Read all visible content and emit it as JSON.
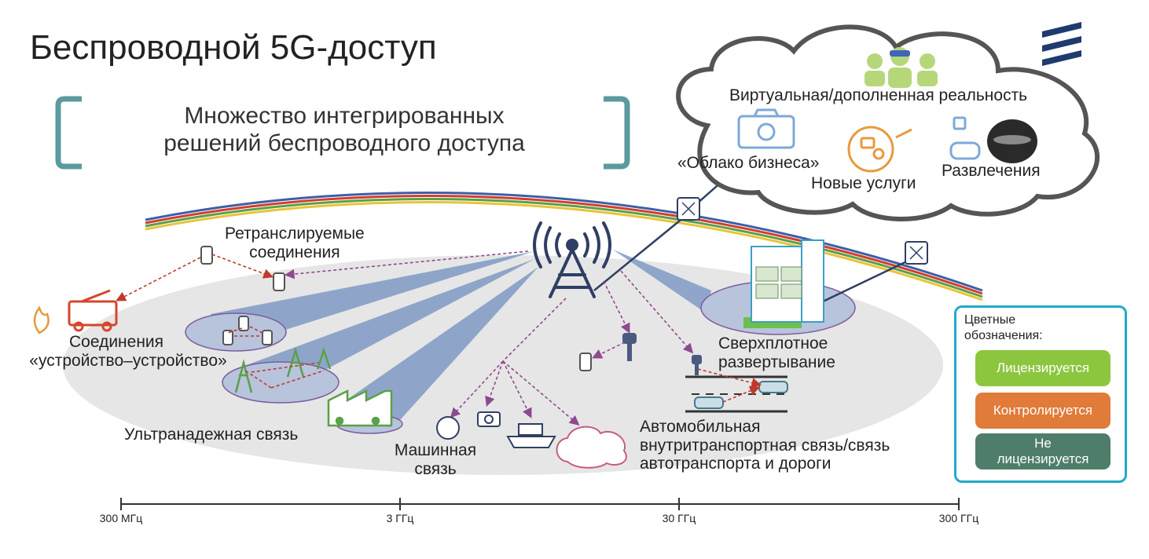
{
  "title": "Беспроводной 5G-доступ",
  "subtitle_line1": "Множество интегрированных",
  "subtitle_line2": "решений беспроводного доступа",
  "cloud": {
    "vr_label": "Виртуальная/дополненная реальность",
    "business_cloud": "«Облако бизнеса»",
    "new_services": "Новые услуги",
    "entertainment": "Развлечения"
  },
  "labels": {
    "relay_line1": "Ретранслируемые",
    "relay_line2": "соединения",
    "d2d_line1": "Соединения",
    "d2d_line2": "«устройство–устройство»",
    "ultra_reliable": "Ультранадежная связь",
    "machine_line1": "Машинная",
    "machine_line2": "связь",
    "dense_line1": "Сверхплотное",
    "dense_line2": "развертывание",
    "auto_line1": "Автомобильная",
    "auto_line2": "внутритранспортная связь/связь",
    "auto_line3": "автотранспорта и дороги"
  },
  "legend": {
    "title_line1": "Цветные",
    "title_line2": "обозначения:",
    "licensed": "Лицензируется",
    "controlled": "Контролируется",
    "unlicensed_line1": "Не",
    "unlicensed_line2": "лицензируется",
    "colors": {
      "licensed": "#8cc63f",
      "controlled": "#e07b39",
      "unlicensed": "#4e7d6a",
      "border": "#22a9cc"
    }
  },
  "axis": {
    "ticks": [
      "300 МГц",
      "3 ГГц",
      "30 ГГц",
      "300 ГГц"
    ]
  },
  "colors": {
    "bracket": "#5b9a9e",
    "beam": "#7f9ac4",
    "ground": "#e6e6e6",
    "dashed_link": "#c0392b",
    "rainbow": [
      "#3d5fa8",
      "#d43c2b",
      "#5aa047",
      "#e8c33a"
    ]
  }
}
